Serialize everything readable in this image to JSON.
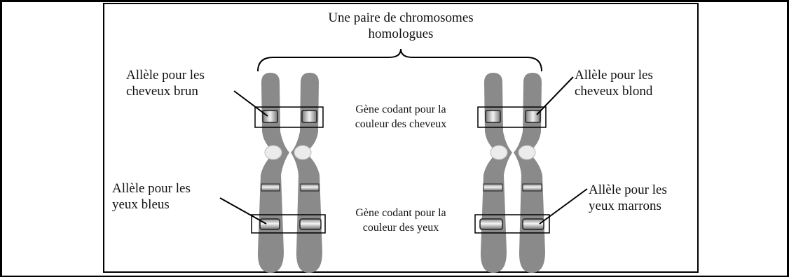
{
  "title": {
    "line1": "Une paire de chromosomes",
    "line2": "homologues"
  },
  "labels": {
    "allele_hair_brown": {
      "line1": "Allèle pour les",
      "line2": "cheveux brun"
    },
    "allele_hair_blond": {
      "line1": "Allèle pour les",
      "line2": "cheveux blond"
    },
    "allele_eyes_blue": {
      "line1": "Allèle pour les",
      "line2": "yeux bleus"
    },
    "allele_eyes_brown": {
      "line1": "Allèle pour les",
      "line2": "yeux marrons"
    },
    "gene_hair": {
      "line1": "Gène codant pour la",
      "line2": "couleur des cheveux"
    },
    "gene_eyes": {
      "line1": "Gène codant pour la",
      "line2": "couleur des yeux"
    }
  },
  "colors": {
    "chromosome": "#8a8a8a",
    "centromere": "#e8e8e8",
    "band_light": "#e6e6e6",
    "band_dark": "#555555",
    "stroke": "#000000"
  }
}
